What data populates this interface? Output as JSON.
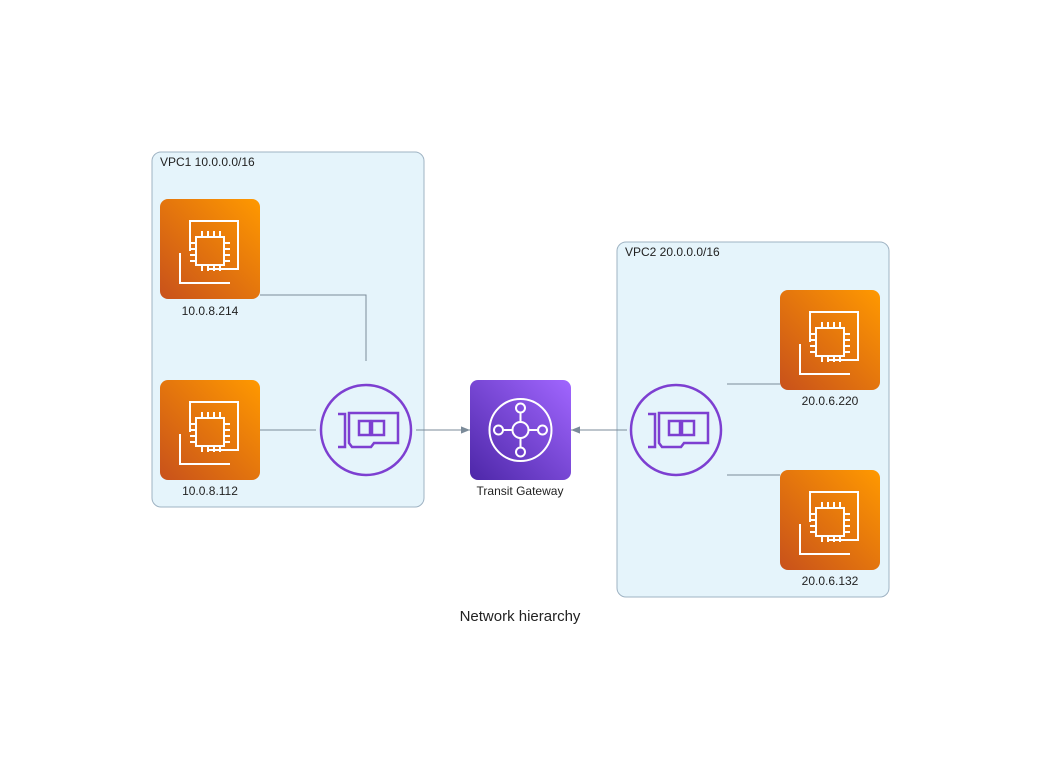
{
  "diagram": {
    "caption": "Network hierarchy",
    "vpcs": [
      {
        "label": "VPC1 10.0.0.0/16"
      },
      {
        "label": "VPC2 20.0.0.0/16"
      }
    ],
    "instances": [
      {
        "label": "10.0.8.214",
        "icon": "ec2-instance-icon"
      },
      {
        "label": "10.0.8.112",
        "icon": "ec2-instance-icon"
      },
      {
        "label": "20.0.6.220",
        "icon": "ec2-instance-icon"
      },
      {
        "label": "20.0.6.132",
        "icon": "ec2-instance-icon"
      }
    ],
    "interfaces": [
      {
        "icon": "network-interface-icon"
      },
      {
        "icon": "network-interface-icon"
      }
    ],
    "gateway": {
      "label": "Transit Gateway",
      "icon": "transit-gateway-icon"
    },
    "colors": {
      "ec2_gradient_top": "#f78e04",
      "ec2_gradient_bottom": "#d05c17",
      "tgw_gradient_top": "#945df2",
      "tgw_gradient_bottom": "#5a30b5",
      "eni_stroke": "#7d3fd1",
      "vpc_fill": "#e5f4fb",
      "vpc_border": "#9fb3c3",
      "edge": "#7b8b99"
    }
  }
}
